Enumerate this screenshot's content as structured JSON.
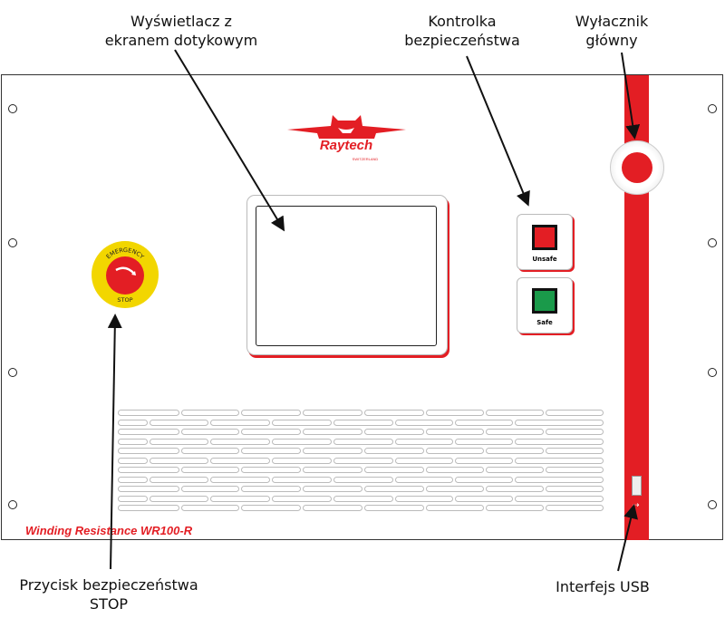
{
  "annotations": {
    "display": [
      "Wyświetlacz z",
      "ekranem dotykowym"
    ],
    "safety_light": [
      "Kontrolka",
      "bezpieczeństwa"
    ],
    "main_switch": [
      "Wyłacznik",
      "główny"
    ],
    "estop": [
      "Przycisk bezpieczeństwa",
      "STOP"
    ],
    "usb": [
      "Interfejs USB"
    ]
  },
  "device": {
    "brand": "Raytech",
    "brand_sub": "SWITZERLAND",
    "model": "Winding Resistance WR100-R",
    "estop_top": "EMERGENCY",
    "estop_bottom": "STOP",
    "unsafe_label": "Unsafe",
    "safe_label": "Safe"
  },
  "colors": {
    "accent": "#e31e24",
    "estop_yellow": "#f2d600",
    "safe_green": "#1a9a4a",
    "unsafe_red": "#e31e24"
  }
}
